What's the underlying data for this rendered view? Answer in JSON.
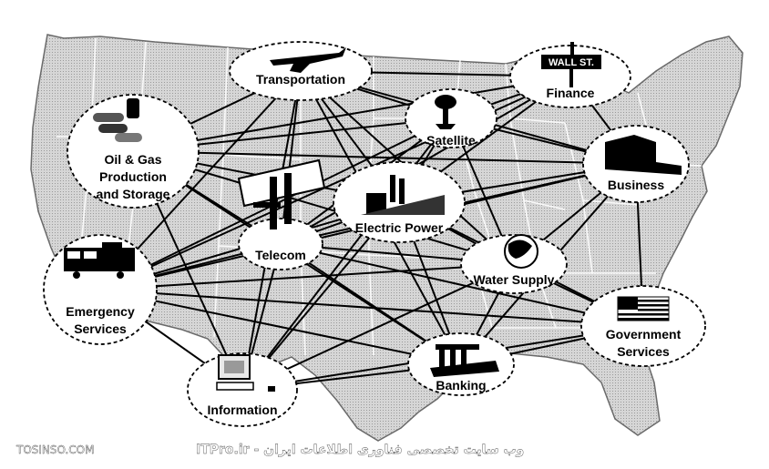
{
  "nodes": [
    {
      "id": "transportation",
      "lines": [
        "Transportation"
      ],
      "icon": "airplane-icon"
    },
    {
      "id": "finance",
      "lines": [
        "Finance"
      ],
      "sign": "WALL ST.",
      "icon": "street-sign-icon"
    },
    {
      "id": "satellite",
      "lines": [
        "Satellite"
      ],
      "icon": "satellite-dish-icon"
    },
    {
      "id": "oil-gas",
      "lines": [
        "Oil & Gas",
        "Production",
        "and Storage"
      ],
      "icon": "oil-barrels-icon"
    },
    {
      "id": "business",
      "lines": [
        "Business"
      ],
      "icon": "office-building-icon"
    },
    {
      "id": "electric-power",
      "lines": [
        "Electric Power"
      ],
      "icon": "power-plant-icon"
    },
    {
      "id": "telecom",
      "lines": [
        "Telecom"
      ],
      "icon": "telecom-tower-icon"
    },
    {
      "id": "water-supply",
      "lines": [
        "Water Supply"
      ],
      "icon": "water-globe-icon"
    },
    {
      "id": "emergency",
      "lines": [
        "Emergency",
        "Services"
      ],
      "icon": "emergency-vehicles-icon"
    },
    {
      "id": "government",
      "lines": [
        "Government",
        "Services"
      ],
      "icon": "us-flag-icon"
    },
    {
      "id": "banking",
      "lines": [
        "Banking"
      ],
      "icon": "bank-building-icon"
    },
    {
      "id": "information",
      "lines": [
        "Information"
      ],
      "icon": "computer-icon"
    }
  ],
  "credits": {
    "left": "TOSINSO.COM",
    "right": "ITPro.ir - وب سایت تخصصی فناوری اطلاعات ایران"
  },
  "colors": {
    "map_fill": "#c8c8c8",
    "state_lines": "#ffffff",
    "links": "#000000",
    "node_fill": "#ffffff"
  }
}
